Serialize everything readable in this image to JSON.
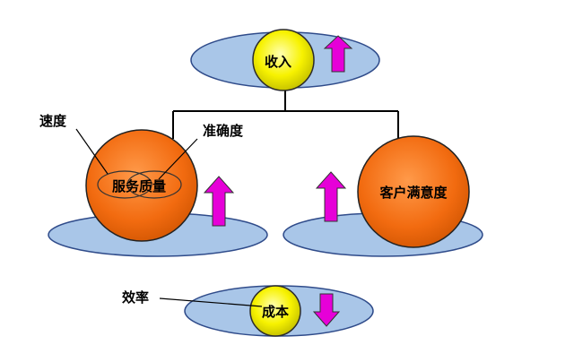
{
  "labels": {
    "revenue": "收入",
    "speed": "速度",
    "accuracy": "准确度",
    "service_quality": "服务质量",
    "customer_satisfaction": "客户满意度",
    "efficiency": "效率",
    "cost": "成本"
  },
  "colors": {
    "ellipse_fill": "#a9c6e8",
    "ellipse_stroke": "#2f4b8a",
    "orange_fill": "#f26b10",
    "yellow_fill": "#f4f200",
    "arrow_fill": "#e600d8",
    "line": "#000000"
  },
  "arrows": {
    "revenue": "up",
    "service_quality": "up",
    "customer_satisfaction": "up",
    "cost": "down"
  }
}
